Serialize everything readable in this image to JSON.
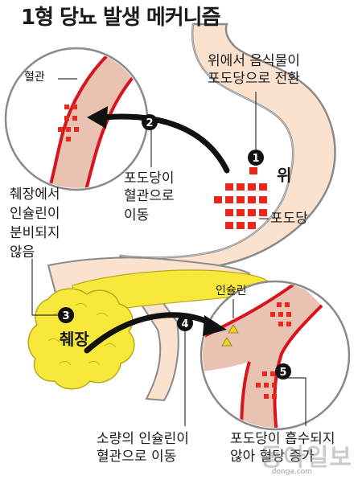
{
  "title": "1형 당뇨 발생 메커니즘",
  "labels": {
    "blood_vessel": "혈관",
    "stomach_caption_1": "위에서 음식물이",
    "stomach_caption_2": "포도당으로 전환",
    "stomach": "위",
    "glucose": "포도당",
    "step2_caption_1": "포도당이",
    "step2_caption_2": "혈관으로",
    "step2_caption_3": "이동",
    "pancreas_caption_1": "췌장에서",
    "pancreas_caption_2": "인슐린이",
    "pancreas_caption_3": "분비되지",
    "pancreas_caption_4": "않음",
    "pancreas": "췌장",
    "insulin": "인슐린",
    "step4_caption_1": "소량의 인슐린이",
    "step4_caption_2": "혈관으로 이동",
    "step5_caption_1": "포도당이 흡수되지",
    "step5_caption_2": "않아 혈당 증가"
  },
  "steps": [
    "1",
    "2",
    "3",
    "4",
    "5"
  ],
  "watermark": {
    "text": "동아일보",
    "sub": "donga.com"
  },
  "colors": {
    "glucose_red": "#e8281e",
    "vessel_pink": "#e9c2b2",
    "vessel_red": "#d8151c",
    "stomach_fill": "#fae2cf",
    "pancreas_yellow": "#f7e83a",
    "gut_peach": "#fae2cf"
  }
}
